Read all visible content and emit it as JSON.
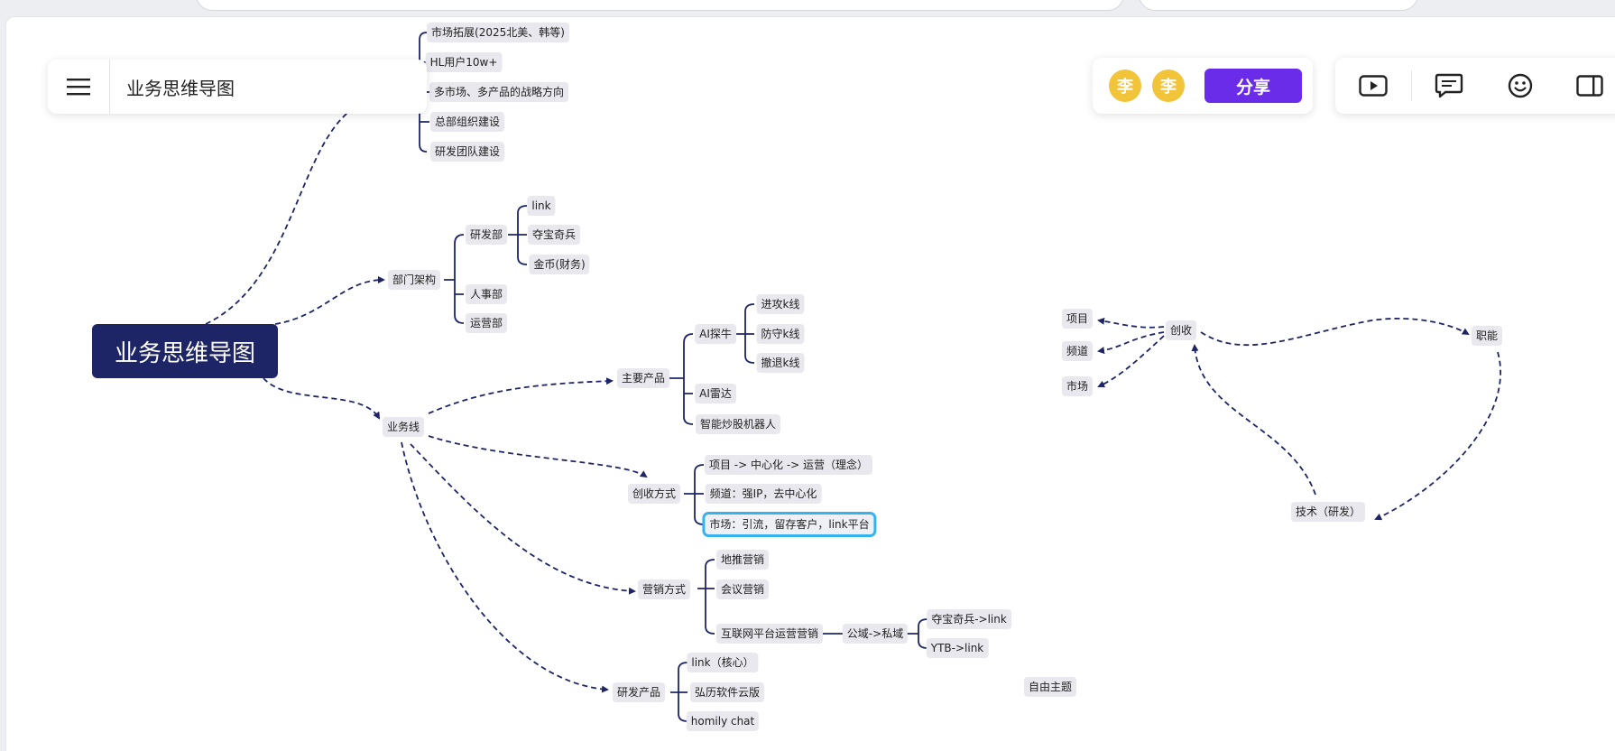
{
  "app": {
    "title": "业务思维导图",
    "avatars": [
      "李",
      "李"
    ],
    "share_label": "分享"
  },
  "toolbar_icons": [
    "present-icon",
    "comment-icon",
    "emoji-icon",
    "panel-icon"
  ],
  "mindmap": {
    "root": "业务思维导图",
    "goals": [
      "市场拓展(2025北美、韩等)",
      "HL用户10w+",
      "多市场、多产品的战略方向",
      "总部组织建设",
      "研发团队建设"
    ],
    "dept": {
      "label": "部门架构",
      "rd": "研发部",
      "rd_children": [
        "link",
        "夺宝奇兵",
        "金币(财务)"
      ],
      "hr": "人事部",
      "ops": "运营部"
    },
    "biz": {
      "label": "业务线",
      "products": {
        "label": "主要产品",
        "ai_niu": "AI探牛",
        "ai_niu_children": [
          "进攻k线",
          "防守k线",
          "撤退k线"
        ],
        "ai_radar": "AI雷达",
        "robot": "智能炒股机器人"
      },
      "revenue": {
        "label": "创收方式",
        "items": [
          "项目 -> 中心化 -> 运营（理念）",
          "频道：强IP，去中心化",
          "市场：引流，留存客户，link平台"
        ]
      },
      "marketing": {
        "label": "营销方式",
        "items": [
          "地推营销",
          "会议营销",
          "互联网平台运营营销"
        ],
        "domain": "公域->私域",
        "domain_children": [
          "夺宝奇兵->link",
          "YTB->link"
        ]
      },
      "rnd_products": {
        "label": "研发产品",
        "items": [
          "link（核心）",
          "弘历软件云版",
          "homily chat"
        ]
      }
    },
    "cycle": {
      "revenue": "创收",
      "function": "职能",
      "tech": "技术（研发）",
      "project": "项目",
      "channel": "频道",
      "market": "市场"
    },
    "free_topic": "自由主题"
  },
  "colors": {
    "root_bg": "#1e2566",
    "edge": "#1e2566",
    "node_bg": "#e8e8ee",
    "selection": "#36b3ef",
    "share_bg": "#6a2ce8",
    "avatar_bg": "#f2c43a"
  }
}
